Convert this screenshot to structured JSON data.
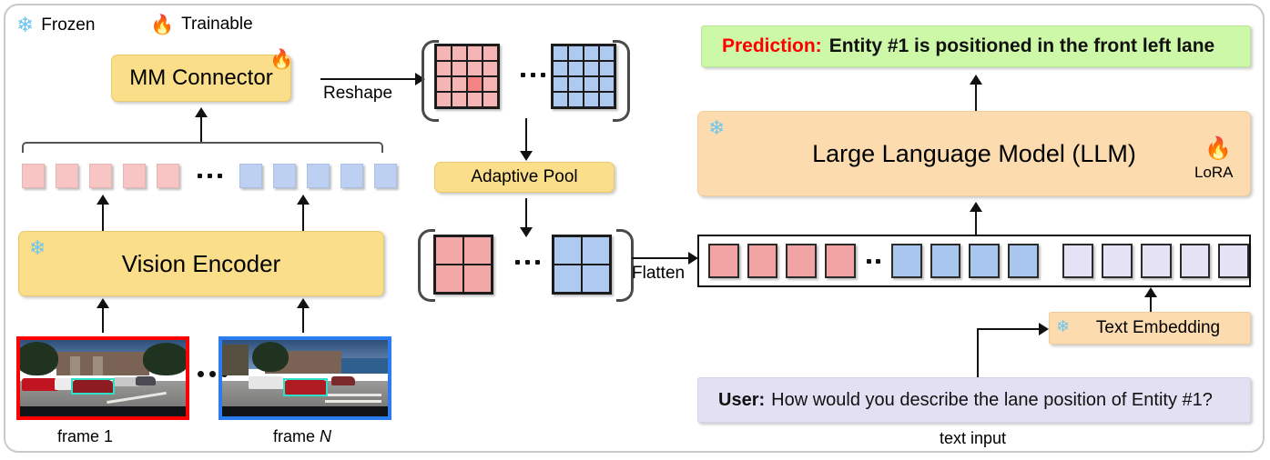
{
  "legend": {
    "frozen_icon": "snowflake-icon",
    "frozen_label": "Frozen",
    "trainable_icon": "fire-icon",
    "trainable_label": "Trainable"
  },
  "left_panel": {
    "mm_connector": {
      "label": "MM Connector",
      "badge_icon": "fire-icon"
    },
    "vision_encoder": {
      "label": "Vision Encoder",
      "badge_icon": "snowflake-icon"
    },
    "token_row": {
      "pink_count": 5,
      "blue_count": 5,
      "ellipsis": "· · ·"
    },
    "frames": [
      {
        "label": "frame 1",
        "border_color": "#ff0000"
      },
      {
        "label": "frame N",
        "border_color": "#2b7cf0",
        "label_italic_suffix": "N"
      }
    ],
    "frames_ellipsis": "· · ·"
  },
  "middle_panel": {
    "reshape_label": "Reshape",
    "flatten_label": "Flatten",
    "adaptive_pool": {
      "label": "Adaptive Pool"
    },
    "grid_before": {
      "rows": 4,
      "cols": 4,
      "highlight_cell": {
        "row": 3,
        "col": 3
      },
      "ellipsis": "· · ·"
    },
    "grid_after": {
      "rows": 2,
      "cols": 2,
      "ellipsis": "· · ·"
    }
  },
  "right_panel": {
    "prediction": {
      "prefix": "Prediction:",
      "prefix_color": "#ff0000",
      "text": "Entity #1 is positioned in the front left lane",
      "background": "#ccf8a8"
    },
    "llm": {
      "label": "Large Language Model (LLM)",
      "frozen_icon": "snowflake-icon",
      "trainable_icon": "fire-icon",
      "lora_label": "LoRA",
      "background": "#fcdcaf"
    },
    "sequence": {
      "pink_count": 4,
      "blue_count": 4,
      "lavender_count": 5,
      "ellipsis": "· ·"
    },
    "text_embedding": {
      "label": "Text Embedding",
      "frozen_icon": "snowflake-icon"
    },
    "user_box": {
      "prefix": "User:",
      "text": "How would you describe the lane position of Entity #1?",
      "background": "#e4e0f4"
    },
    "text_input_caption": "text input"
  },
  "colors": {
    "yellow_box": "#fade8a",
    "peach_box": "#fcdcaf",
    "green_box": "#ccf8a8",
    "lavender_box": "#e4e0f4",
    "pink_token": "#f8c5c5",
    "blue_token": "#bdd0f2",
    "lavender_token": "#e6e2f6",
    "prediction_red": "#ff0000",
    "frame1_border": "#ff0000",
    "frameN_border": "#2b7cf0"
  }
}
